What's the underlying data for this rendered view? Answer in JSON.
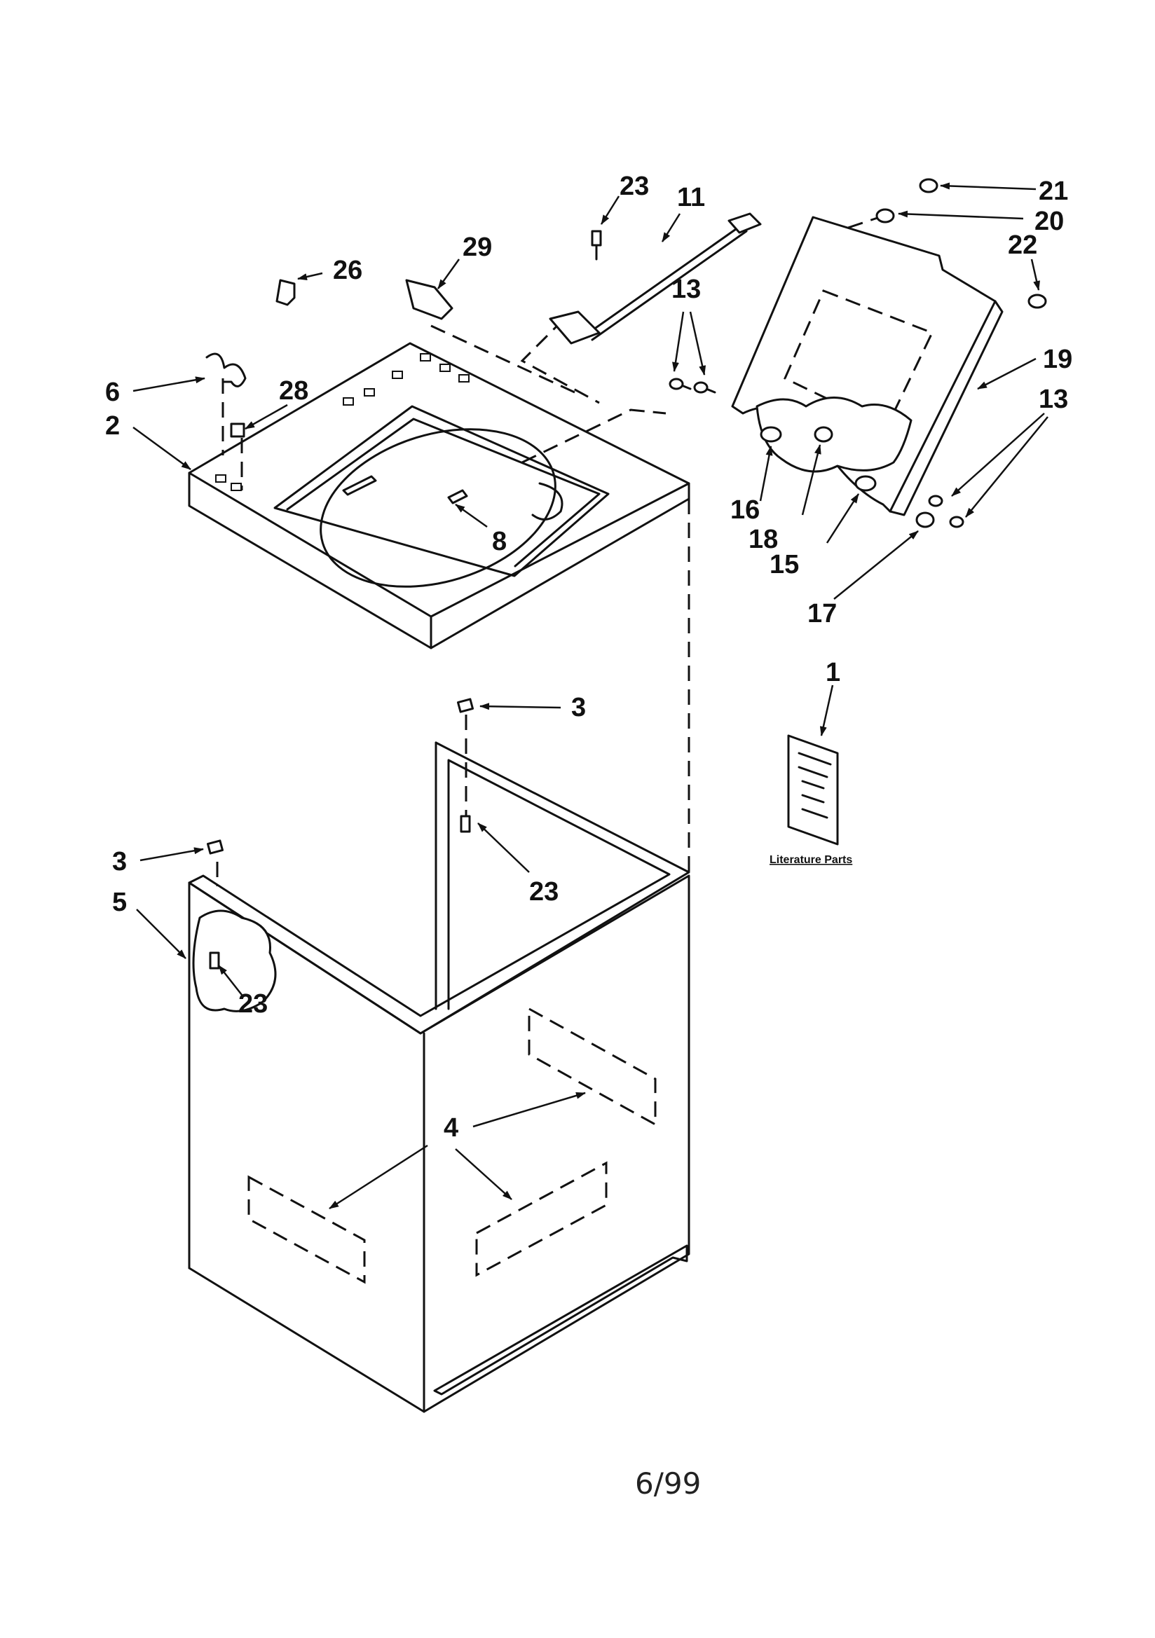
{
  "callouts": {
    "c1": "1",
    "c2": "2",
    "c3a": "3",
    "c3b": "3",
    "c4": "4",
    "c5": "5",
    "c6": "6",
    "c8": "8",
    "c11": "11",
    "c13a": "13",
    "c13b": "13",
    "c15": "15",
    "c16": "16",
    "c17": "17",
    "c18": "18",
    "c19": "19",
    "c20": "20",
    "c21": "21",
    "c22": "22",
    "c23a": "23",
    "c23b": "23",
    "c23c": "23",
    "c26": "26",
    "c28": "28",
    "c29": "29"
  },
  "literature_label": "Literature Parts",
  "footer_date": "6/99"
}
